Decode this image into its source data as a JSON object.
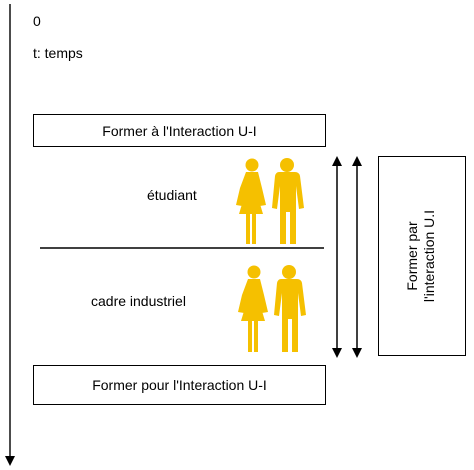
{
  "timeline": {
    "origin_label": "0",
    "axis_label": "t: temps"
  },
  "boxes": {
    "top_label": "Former à l'Interaction U-I",
    "bottom_label": "Former pour l'Interaction U-I"
  },
  "groups": {
    "student_label": "étudiant",
    "industrial_label": "cadre industriel"
  },
  "side_box": {
    "line1": "Former par",
    "line2": "l'interaction U.I"
  },
  "colors": {
    "figure": "#F5C000",
    "line": "#000000"
  },
  "icons": {
    "people": "man-woman-pair-icon"
  }
}
